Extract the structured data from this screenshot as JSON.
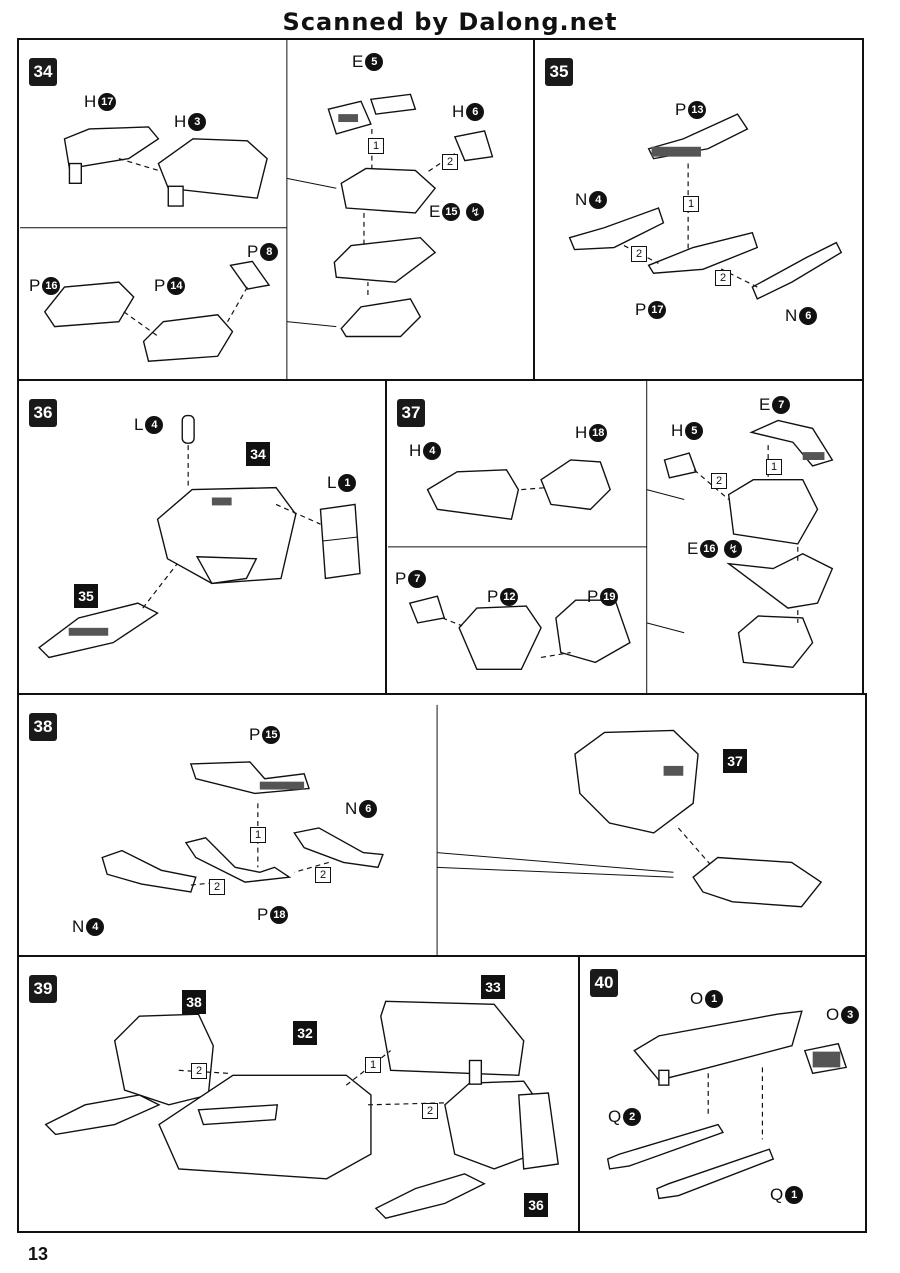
{
  "header": {
    "title": "Scanned by Dalong.net"
  },
  "page_number": "13",
  "steps": {
    "s34": {
      "number": "34",
      "h17": "H",
      "h17n": "17",
      "h3": "H",
      "h3n": "3",
      "p16": "P",
      "p16n": "16",
      "p14": "P",
      "p14n": "14",
      "p8": "P",
      "p8n": "8",
      "e5": "E",
      "e5n": "5",
      "h6": "H",
      "h6n": "6",
      "e15": "E",
      "e15n": "15",
      "n1": "1",
      "n2": "2"
    },
    "s35": {
      "number": "35",
      "p13": "P",
      "p13n": "13",
      "n4": "N",
      "n4n": "4",
      "p17": "P",
      "p17n": "17",
      "n6": "N",
      "n6n": "6",
      "n1": "1",
      "n2a": "2",
      "n2b": "2"
    },
    "s36": {
      "number": "36",
      "l4": "L",
      "l4n": "4",
      "l1": "L",
      "l1n": "1",
      "ref34": "34",
      "ref35": "35"
    },
    "s37": {
      "number": "37",
      "h4": "H",
      "h4n": "4",
      "h18": "H",
      "h18n": "18",
      "p7": "P",
      "p7n": "7",
      "p12": "P",
      "p12n": "12",
      "p19": "P",
      "p19n": "19",
      "h5": "H",
      "h5n": "5",
      "e7": "E",
      "e7n": "7",
      "e16": "E",
      "e16n": "16",
      "n1": "1",
      "n2": "2"
    },
    "s38": {
      "number": "38",
      "p15": "P",
      "p15n": "15",
      "n6": "N",
      "n6n": "6",
      "n4": "N",
      "n4n": "4",
      "p18": "P",
      "p18n": "18",
      "ref37": "37",
      "n1": "1",
      "n2a": "2",
      "n2b": "2"
    },
    "s39": {
      "number": "39",
      "ref38": "38",
      "ref32": "32",
      "ref33": "33",
      "ref36": "36",
      "n1": "1",
      "n2a": "2",
      "n2b": "2"
    },
    "s40": {
      "number": "40",
      "o1": "O",
      "o1n": "1",
      "o3": "O",
      "o3n": "3",
      "q2": "Q",
      "q2n": "2",
      "q1": "Q",
      "q1n": "1"
    }
  },
  "icons": {
    "cement": "cement-icon"
  }
}
